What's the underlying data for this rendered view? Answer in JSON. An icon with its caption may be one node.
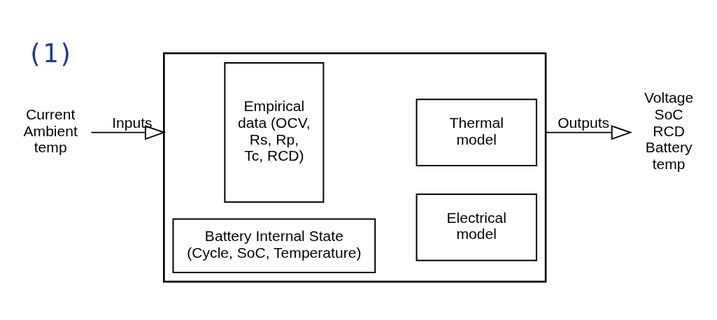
{
  "diagram": {
    "nodes": [
      {
        "text": [
          "Current",
          "Ambient temp"
        ]
      },
      {
        "text": [],
        "shape": "box"
      },
      {
        "text": [
          "Empirical data (OCV, Rs, Rp, Tc, RCD)"
        ],
        "in": 1
      },
      {
        "text": [
          "Electrical model"
        ],
        "in": 1
      },
      {
        "text": [
          "Thermal model"
        ],
        "in": 1
      },
      {
        "text": [
          "Battery Internal State (Cycle, SoC, Temperature)"
        ],
        "in": 1
      },
      {
        "text": [
          "Voltage",
          "SoC",
          "RCD",
          "Battery temp"
        ]
      }
    ],
    "edges": [
      {
        "from": 0,
        "to": 1,
        "arrow": "to",
        "label": "Inputs"
      },
      {
        "from": 1,
        "to": 6,
        "arrow": "to",
        "label": "Outputs"
      }
    ],
    "labels": [
      "(1)"
    ]
  }
}
